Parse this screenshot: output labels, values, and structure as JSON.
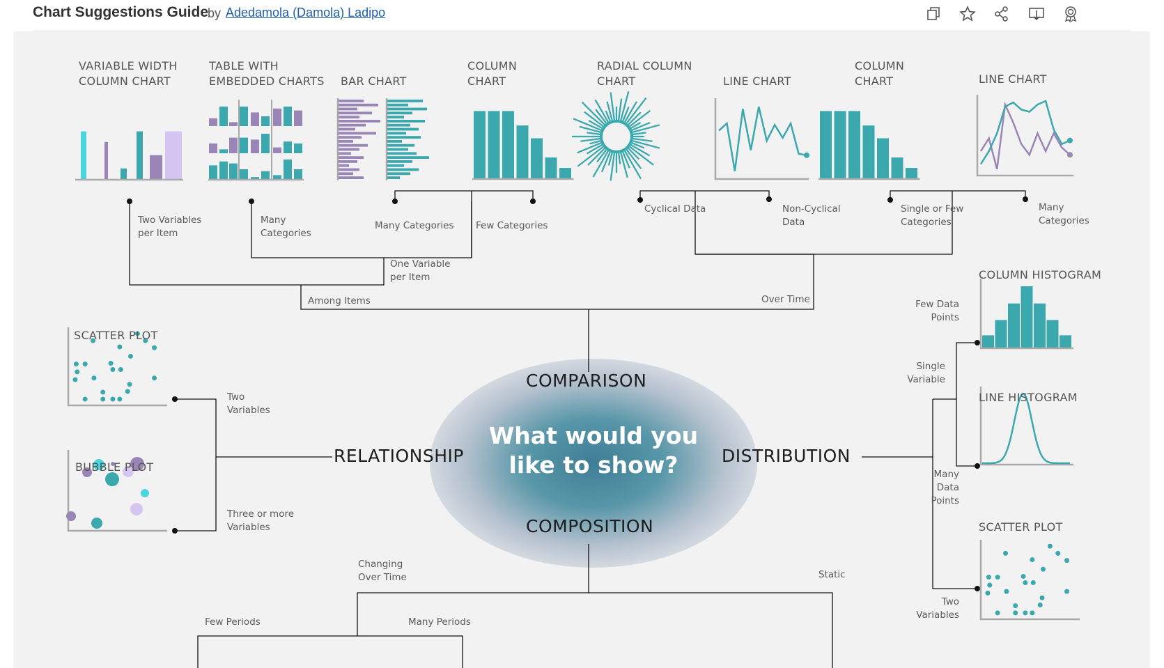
{
  "header": {
    "title": "Chart Suggestions Guide",
    "by": "by",
    "author": "Adedamola (Damola) Ladipo",
    "icons": [
      "duplicate-icon",
      "star-icon",
      "share-icon",
      "download-icon",
      "badge-icon"
    ]
  },
  "colors": {
    "teal": "#3aa8ad",
    "cyan": "#4dd5dd",
    "purple": "#9a86b6",
    "lavender": "#d5c5f2",
    "line": "#111111",
    "axis": "#a9a9a9"
  },
  "center": {
    "question": "What would you\nlike to show?"
  },
  "categories": {
    "comparison": "COMPARISON",
    "relationship": "RELATIONSHIP",
    "distribution": "DISTRIBUTION",
    "composition": "COMPOSITION"
  },
  "chart_titles": {
    "variable_width_column": "VARIABLE WIDTH\nCOLUMN CHART",
    "table_embedded": "TABLE WITH\nEMBEDDED CHARTS",
    "bar_chart": "BAR CHART",
    "column_chart_1": "COLUMN\nCHART",
    "radial_column": "RADIAL COLUMN\nCHART",
    "line_chart_1": "LINE CHART",
    "column_chart_2": "COLUMN\nCHART",
    "line_chart_2": "LINE CHART",
    "column_histogram": "COLUMN HISTOGRAM",
    "line_histogram": "LINE HISTOGRAM",
    "scatter_right": "SCATTER PLOT",
    "scatter_left": "SCATTER PLOT",
    "bubble_plot": "BUBBLE PLOT"
  },
  "branch_labels": {
    "two_vars_per_item": "Two Variables\nper Item",
    "many_categories_1": "Many\nCategories",
    "many_categories_2": "Many Categories",
    "few_categories": "Few Categories",
    "one_var_per_item": "One Variable\nper Item",
    "among_items": "Among Items",
    "over_time": "Over Time",
    "cyclical": "Cyclical Data",
    "non_cyclical": "Non-Cyclical\nData",
    "single_few_categories": "Single or Few\nCategories",
    "many_categories_3": "Many\nCategories",
    "two_variables_left": "Two\nVariables",
    "three_or_more": "Three or more\nVariables",
    "few_data_points": "Few Data\nPoints",
    "single_variable": "Single\nVariable",
    "many_data_points": "Many\nData\nPoints",
    "two_variables_right": "Two\nVariables",
    "changing_over_time": "Changing\nOver Time",
    "static": "Static",
    "few_periods": "Few Periods",
    "many_periods": "Many Periods"
  },
  "mini_data": {
    "variable_width_column": [
      {
        "h": 0.72,
        "c": "cyan"
      },
      {
        "h": 0.56,
        "c": "purple"
      },
      {
        "h": 0.16,
        "c": "teal"
      },
      {
        "h": 0.72,
        "c": "teal"
      },
      {
        "h": 0.36,
        "c": "purple"
      },
      {
        "h": 0.72,
        "c": "lavender"
      }
    ],
    "column_chart": [
      0.84,
      0.84,
      0.84,
      0.66,
      0.5,
      0.26,
      0.13
    ],
    "bar_purple": [
      0.6,
      0.95,
      0.45,
      0.8,
      0.5,
      1,
      0.65,
      0.4,
      0.9,
      0.55,
      0.35,
      0.7,
      0.5,
      0.3,
      0.6,
      0.45,
      0.25,
      0.5,
      0.35,
      0.6
    ],
    "bar_teal": [
      0.85,
      0.5,
      0.95,
      0.6,
      0.4,
      0.9,
      0.55,
      0.75,
      0.45,
      0.8,
      0.35,
      0.65,
      0.5,
      0.7,
      1,
      0.6,
      0.4,
      0.75,
      0.55,
      0.3
    ],
    "line_chart": [
      0.62,
      0.72,
      0.06,
      0.92,
      0.35,
      0.95,
      0.48,
      0.7,
      0.52,
      0.72,
      0.3,
      0.28
    ],
    "line_chart_2_a": [
      0.3,
      0.48,
      0.05,
      0.95,
      0.7,
      0.4,
      0.25,
      0.55,
      0.3,
      0.55,
      0.35,
      0.25
    ],
    "line_chart_2_b": [
      0.12,
      0.3,
      0.55,
      0.92,
      0.98,
      0.88,
      0.85,
      0.95,
      1,
      0.6,
      0.4,
      0.45
    ],
    "column_histogram": [
      0.2,
      0.45,
      0.72,
      1,
      0.72,
      0.45,
      0.2
    ],
    "radial_column_count": 48,
    "table_embedded": [
      [
        0.4,
        1,
        0.2,
        1,
        0.7,
        0.5,
        0.9,
        1,
        0.8
      ],
      [
        0.5,
        0.2,
        0.8,
        0.8,
        0.7,
        1,
        0.3,
        0.6,
        0.5
      ],
      [
        0.7,
        0.9,
        0.8,
        0.5,
        0.1,
        0.4,
        0.2,
        1,
        0.5
      ]
    ]
  }
}
